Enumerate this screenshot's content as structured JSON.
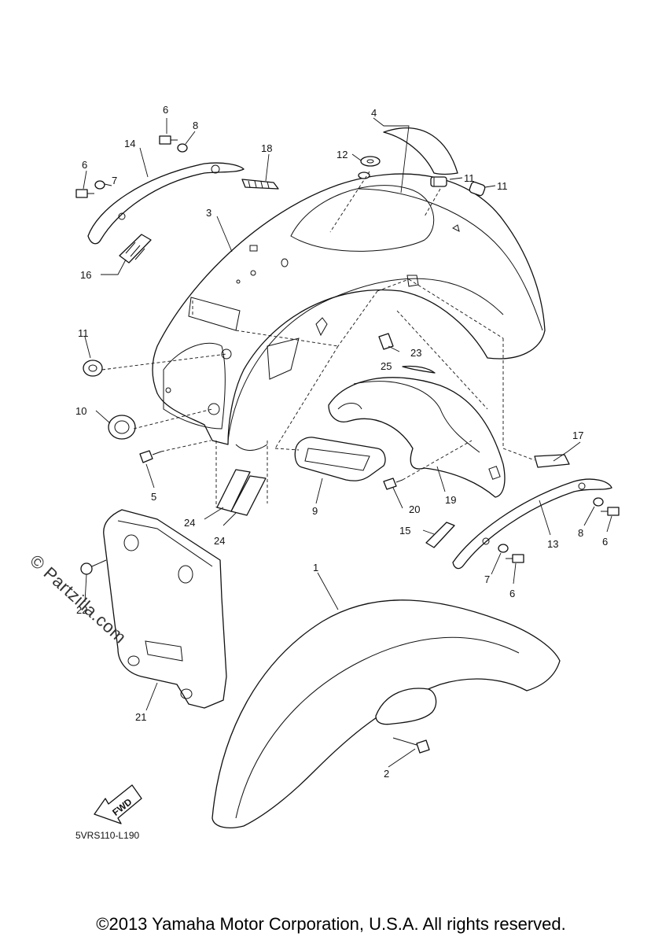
{
  "diagram": {
    "code": "5VRS110-L190",
    "fwd_label": "FWD",
    "watermark": "© Partzilla.com",
    "copyright": "©2013 Yamaha Motor Corporation, U.S.A. All rights reserved.",
    "callouts": [
      {
        "id": "c1",
        "label": "1"
      },
      {
        "id": "c2",
        "label": "2"
      },
      {
        "id": "c3",
        "label": "3"
      },
      {
        "id": "c4",
        "label": "4"
      },
      {
        "id": "c5",
        "label": "5"
      },
      {
        "id": "c6a",
        "label": "6"
      },
      {
        "id": "c6b",
        "label": "6"
      },
      {
        "id": "c6c",
        "label": "6"
      },
      {
        "id": "c6d",
        "label": "6"
      },
      {
        "id": "c7a",
        "label": "7"
      },
      {
        "id": "c7b",
        "label": "7"
      },
      {
        "id": "c8a",
        "label": "8"
      },
      {
        "id": "c8b",
        "label": "8"
      },
      {
        "id": "c9",
        "label": "9"
      },
      {
        "id": "c10",
        "label": "10"
      },
      {
        "id": "c11a",
        "label": "11"
      },
      {
        "id": "c11b",
        "label": "11"
      },
      {
        "id": "c11c",
        "label": "11"
      },
      {
        "id": "c12",
        "label": "12"
      },
      {
        "id": "c13",
        "label": "13"
      },
      {
        "id": "c14",
        "label": "14"
      },
      {
        "id": "c15",
        "label": "15"
      },
      {
        "id": "c16",
        "label": "16"
      },
      {
        "id": "c17",
        "label": "17"
      },
      {
        "id": "c18",
        "label": "18"
      },
      {
        "id": "c19",
        "label": "19"
      },
      {
        "id": "c20",
        "label": "20"
      },
      {
        "id": "c21",
        "label": "21"
      },
      {
        "id": "c22",
        "label": "22"
      },
      {
        "id": "c23",
        "label": "23"
      },
      {
        "id": "c24a",
        "label": "24"
      },
      {
        "id": "c24b",
        "label": "24"
      },
      {
        "id": "c25",
        "label": "25"
      }
    ]
  }
}
